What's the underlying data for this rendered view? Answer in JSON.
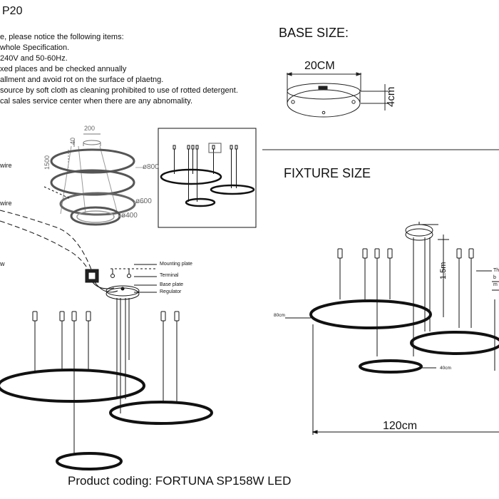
{
  "header": {
    "model_code": "P20",
    "notice_lines": [
      "e, please notice the following items:",
      "whole Specification.",
      "240V and 50-60Hz.",
      "xed places and be checked annually",
      "allment and avoid rot on the surface of plaetng.",
      "source by soft cloth as cleaning prohibited to use of rotted detergent.",
      "cal sales service center when there are any abnomality."
    ]
  },
  "base": {
    "heading": "BASE SIZE:",
    "width_label": "20CM",
    "height_label": "4cm"
  },
  "fixture": {
    "heading": "FIXTURE SIZE",
    "drop_label": "1.5m",
    "big_ring_label": "80cm",
    "small_ring_label": "40cm",
    "width_label": "120cm",
    "side_note": [
      "Th",
      "b",
      "m"
    ]
  },
  "sketch": {
    "top_dim": "200",
    "base_h": "40",
    "height_dim": "1500",
    "d800": "ø800",
    "d600": "ø600",
    "d400": "ø400"
  },
  "install": {
    "labels": [
      "Mounting plate",
      "Terminal",
      "Base plate",
      "Regulator"
    ],
    "wire_1": "wire",
    "wire_2": "wire",
    "left_w": "w"
  },
  "footer": {
    "product_coding": "Product coding: FORTUNA SP158W LED"
  }
}
